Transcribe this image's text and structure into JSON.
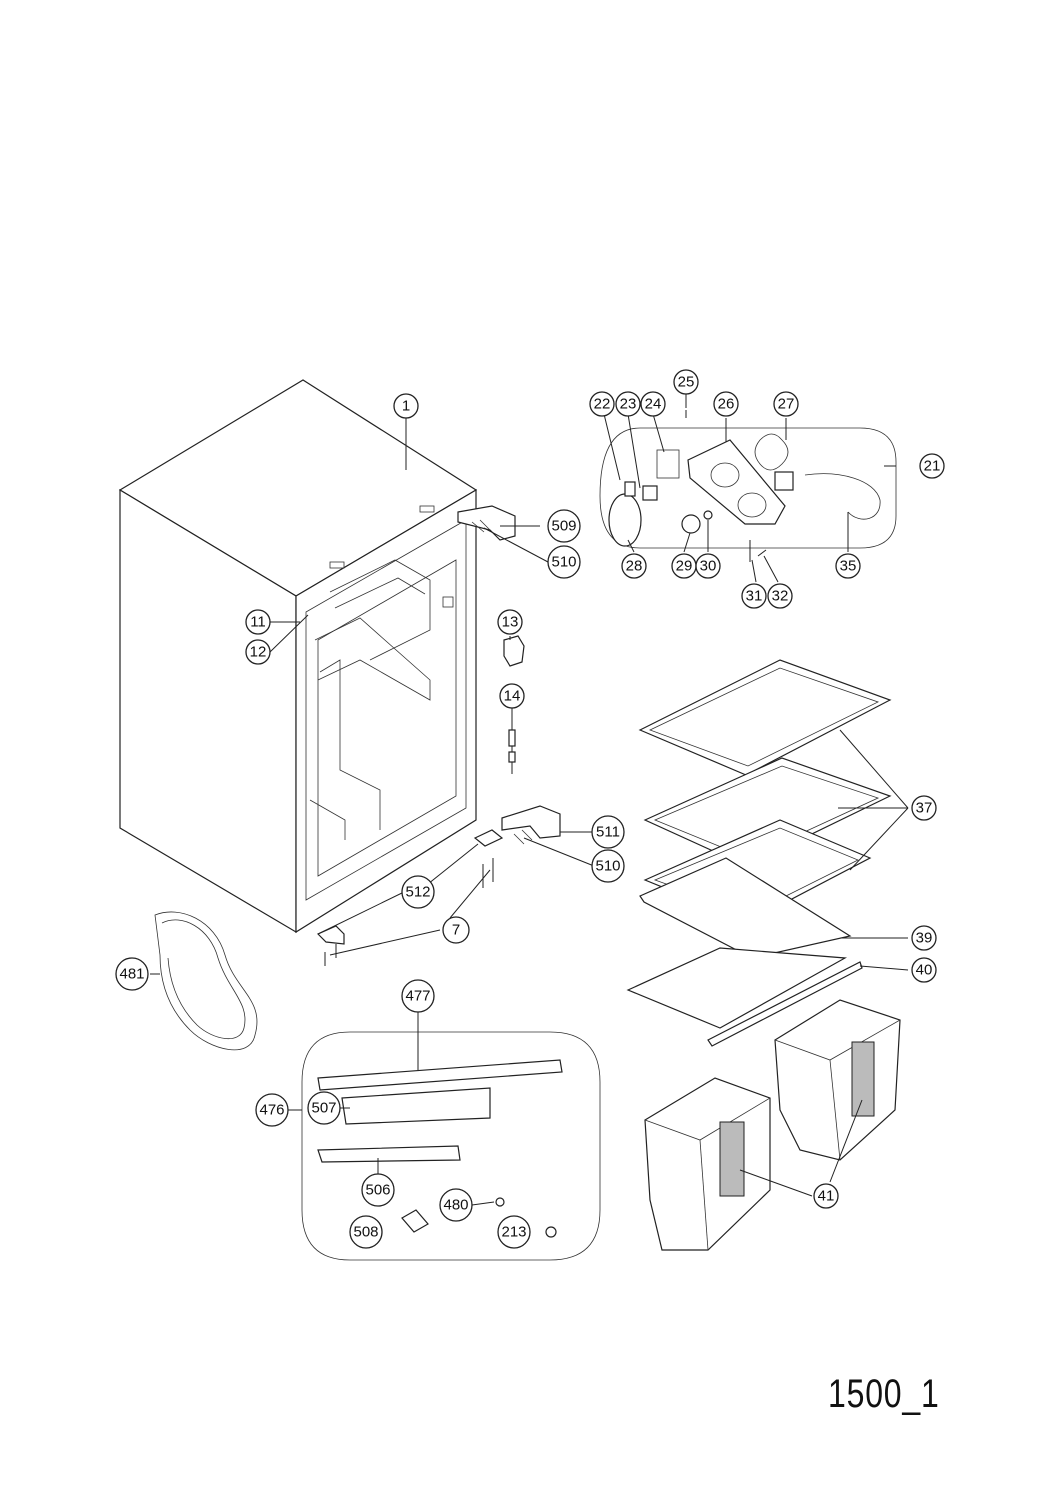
{
  "diagram_title": "",
  "page_code": "1500_1",
  "callouts": [
    {
      "id": "c-1",
      "label": "1"
    },
    {
      "id": "c-11",
      "label": "11"
    },
    {
      "id": "c-12",
      "label": "12"
    },
    {
      "id": "c-13",
      "label": "13"
    },
    {
      "id": "c-14",
      "label": "14"
    },
    {
      "id": "c-7",
      "label": "7"
    },
    {
      "id": "c-509",
      "label": "509"
    },
    {
      "id": "c-510a",
      "label": "510"
    },
    {
      "id": "c-511",
      "label": "511"
    },
    {
      "id": "c-510b",
      "label": "510"
    },
    {
      "id": "c-512",
      "label": "512"
    },
    {
      "id": "c-481",
      "label": "481"
    },
    {
      "id": "c-477",
      "label": "477"
    },
    {
      "id": "c-476",
      "label": "476"
    },
    {
      "id": "c-507",
      "label": "507"
    },
    {
      "id": "c-506",
      "label": "506"
    },
    {
      "id": "c-480",
      "label": "480"
    },
    {
      "id": "c-508",
      "label": "508"
    },
    {
      "id": "c-213",
      "label": "213"
    },
    {
      "id": "c-21",
      "label": "21"
    },
    {
      "id": "c-22",
      "label": "22"
    },
    {
      "id": "c-23",
      "label": "23"
    },
    {
      "id": "c-24",
      "label": "24"
    },
    {
      "id": "c-25",
      "label": "25"
    },
    {
      "id": "c-26",
      "label": "26"
    },
    {
      "id": "c-27",
      "label": "27"
    },
    {
      "id": "c-28",
      "label": "28"
    },
    {
      "id": "c-29",
      "label": "29"
    },
    {
      "id": "c-30",
      "label": "30"
    },
    {
      "id": "c-31",
      "label": "31"
    },
    {
      "id": "c-32",
      "label": "32"
    },
    {
      "id": "c-35",
      "label": "35"
    },
    {
      "id": "c-37",
      "label": "37"
    },
    {
      "id": "c-39",
      "label": "39"
    },
    {
      "id": "c-40",
      "label": "40"
    },
    {
      "id": "c-41",
      "label": "41"
    }
  ]
}
